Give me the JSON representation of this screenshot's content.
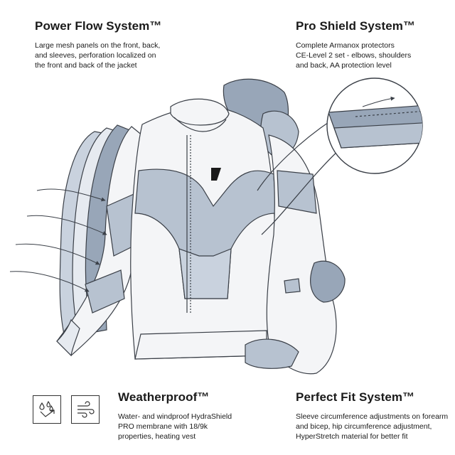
{
  "features": {
    "power_flow": {
      "title": "Power Flow System™",
      "description": "Large mesh panels on the front, back,\nand sleeves, perforation localized on\nthe front and back of the jacket"
    },
    "pro_shield": {
      "title": "Pro Shield System™",
      "description": "Complete Armanox protectors\nCE-Level 2 set - elbows, shoulders\nand back, AA protection level"
    },
    "weatherproof": {
      "title": "Weatherproof™",
      "description": "Water- and windproof HydraShield\nPRO membrane with 18/9k\nproperties, heating vest"
    },
    "perfect_fit": {
      "title": "Perfect Fit System™",
      "description": "Sleeve circumference adjustments on forearm\nand bicep, hip circumference adjustment,\nHyperStretch material for better fit"
    }
  },
  "icons": [
    "waterproof-icon",
    "windproof-icon",
    "brand-logo-icon"
  ],
  "colors": {
    "text": "#1a1a1a",
    "jacket_white": "#f4f5f7",
    "jacket_grey": "#b7c2d0",
    "jacket_grey_dark": "#98a6b8",
    "outline": "#3a3f47"
  }
}
